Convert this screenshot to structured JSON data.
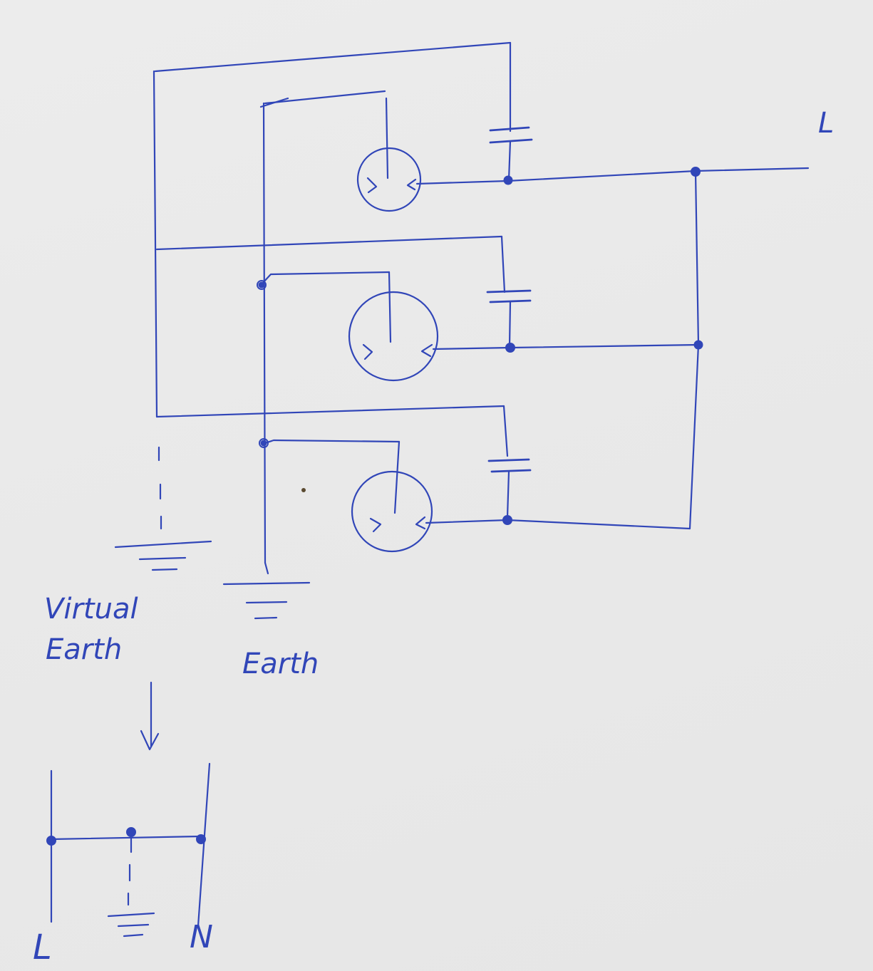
{
  "diagram": {
    "type": "hand-drawn circuit schematic",
    "ink_color": "#3146b8",
    "paper_color": "#eaeaea",
    "labels": {
      "line_top": "L",
      "virtual_earth": [
        "Virtual",
        "Earth"
      ],
      "earth": "Earth",
      "line_bottom": "L",
      "neutral_bottom": "N"
    },
    "components": {
      "units": 3,
      "per_unit": [
        "meter-icon",
        "capacitor-symbol"
      ],
      "ground_symbols": 3
    }
  }
}
